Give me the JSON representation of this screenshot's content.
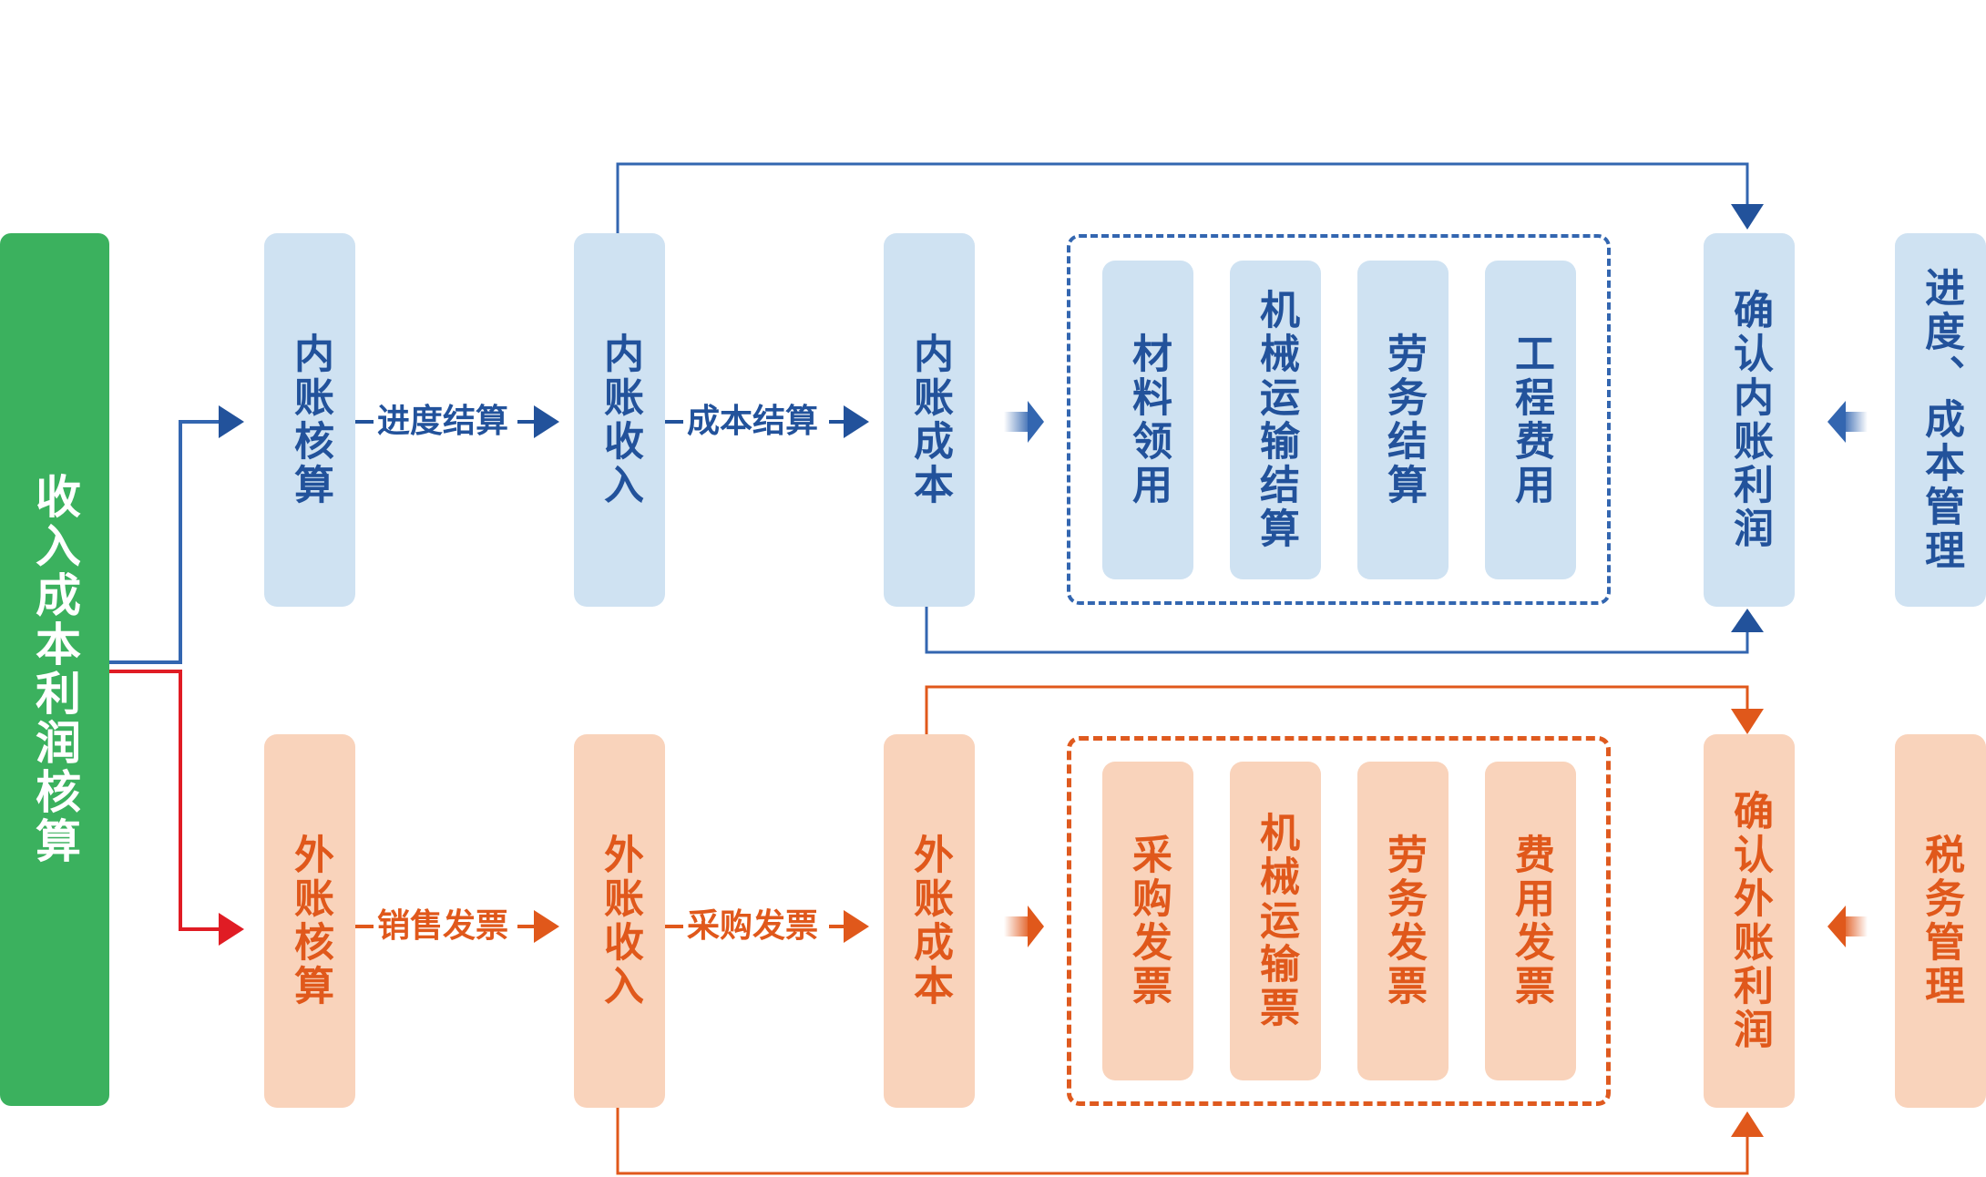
{
  "main_box": "收入成本利润核算",
  "inner": {
    "account": "内账核算",
    "income": "内账收入",
    "cost": "内账成本",
    "label1": "进度结算",
    "label2": "成本结算",
    "items": [
      "材料领用",
      "机械运输结算",
      "劳务结算",
      "工程费用"
    ],
    "confirm": "确认内账利润",
    "mgmt": "进度、成本管理"
  },
  "outer": {
    "account": "外账核算",
    "income": "外账收入",
    "cost": "外账成本",
    "label1": "销售发票",
    "label2": "采购发票",
    "items": [
      "采购发票",
      "机械运输票",
      "劳务发票",
      "费用发票"
    ],
    "confirm": "确认外账利润",
    "mgmt": "税务管理"
  },
  "colors": {
    "green": "#3bb15e",
    "blue_fill": "#cfe2f2",
    "blue_text": "#22529b",
    "blue_line": "#3366b0",
    "orange_fill": "#f9d3bb",
    "orange_text": "#e0581b",
    "red_line": "#e01c24"
  }
}
